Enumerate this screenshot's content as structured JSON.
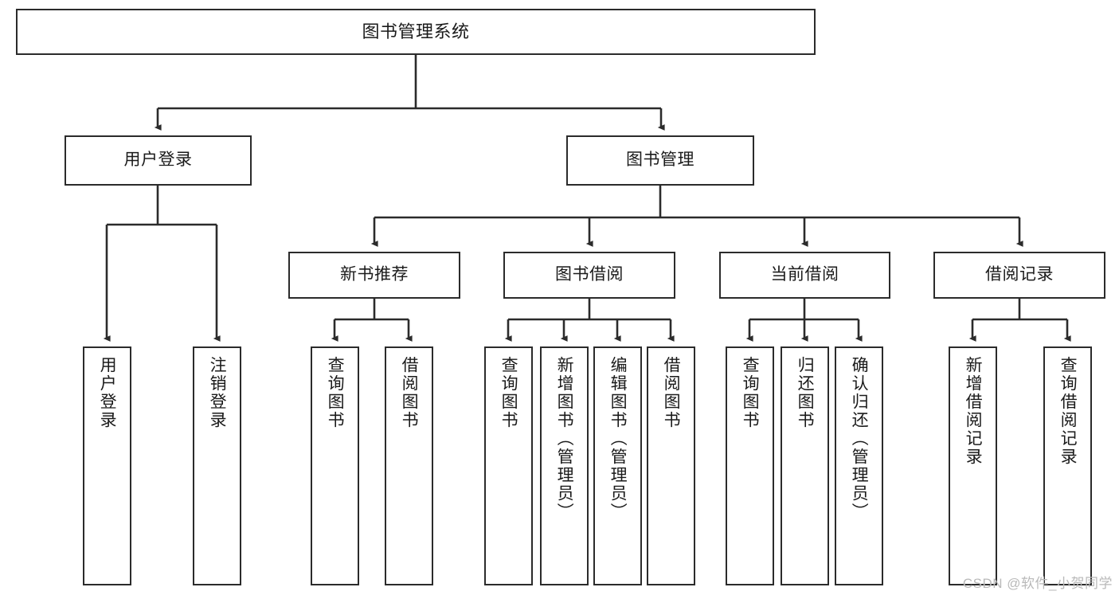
{
  "diagram": {
    "type": "tree",
    "title": "图书管理系统",
    "watermark": "CSDN @软件_小贺同学",
    "colors": {
      "border": "#2b2b2b",
      "background": "#ffffff",
      "text": "#1a1a1a",
      "watermark": "#b9b9b9"
    },
    "nodes": {
      "root": {
        "label": "图书管理系统"
      },
      "level2": [
        {
          "key": "user_login",
          "label": "用户登录"
        },
        {
          "key": "book_manage",
          "label": "图书管理"
        }
      ],
      "level3": [
        {
          "key": "new_book_rec",
          "label": "新书推荐"
        },
        {
          "key": "book_borrow",
          "label": "图书借阅"
        },
        {
          "key": "current_borrow",
          "label": "当前借阅"
        },
        {
          "key": "borrow_record",
          "label": "借阅记录"
        }
      ],
      "leaves": {
        "user_login": [
          {
            "key": "leaf_user_login",
            "label": "用户登录"
          },
          {
            "key": "leaf_logout",
            "label": "注销登录"
          }
        ],
        "new_book_rec": [
          {
            "key": "leaf_query_book_1",
            "label": "查询图书"
          },
          {
            "key": "leaf_borrow_book_1",
            "label": "借阅图书"
          }
        ],
        "book_borrow": [
          {
            "key": "leaf_query_book_2",
            "label": "查询图书"
          },
          {
            "key": "leaf_add_book",
            "label": "新增图书（管理员）"
          },
          {
            "key": "leaf_edit_book",
            "label": "编辑图书（管理员）"
          },
          {
            "key": "leaf_borrow_book_2",
            "label": "借阅图书"
          }
        ],
        "current_borrow": [
          {
            "key": "leaf_query_book_3",
            "label": "查询图书"
          },
          {
            "key": "leaf_return_book",
            "label": "归还图书"
          },
          {
            "key": "leaf_confirm_return",
            "label": "确认归还（管理员）"
          }
        ],
        "borrow_record": [
          {
            "key": "leaf_add_record",
            "label": "新增借阅记录"
          },
          {
            "key": "leaf_query_record",
            "label": "查询借阅记录"
          }
        ]
      }
    }
  }
}
